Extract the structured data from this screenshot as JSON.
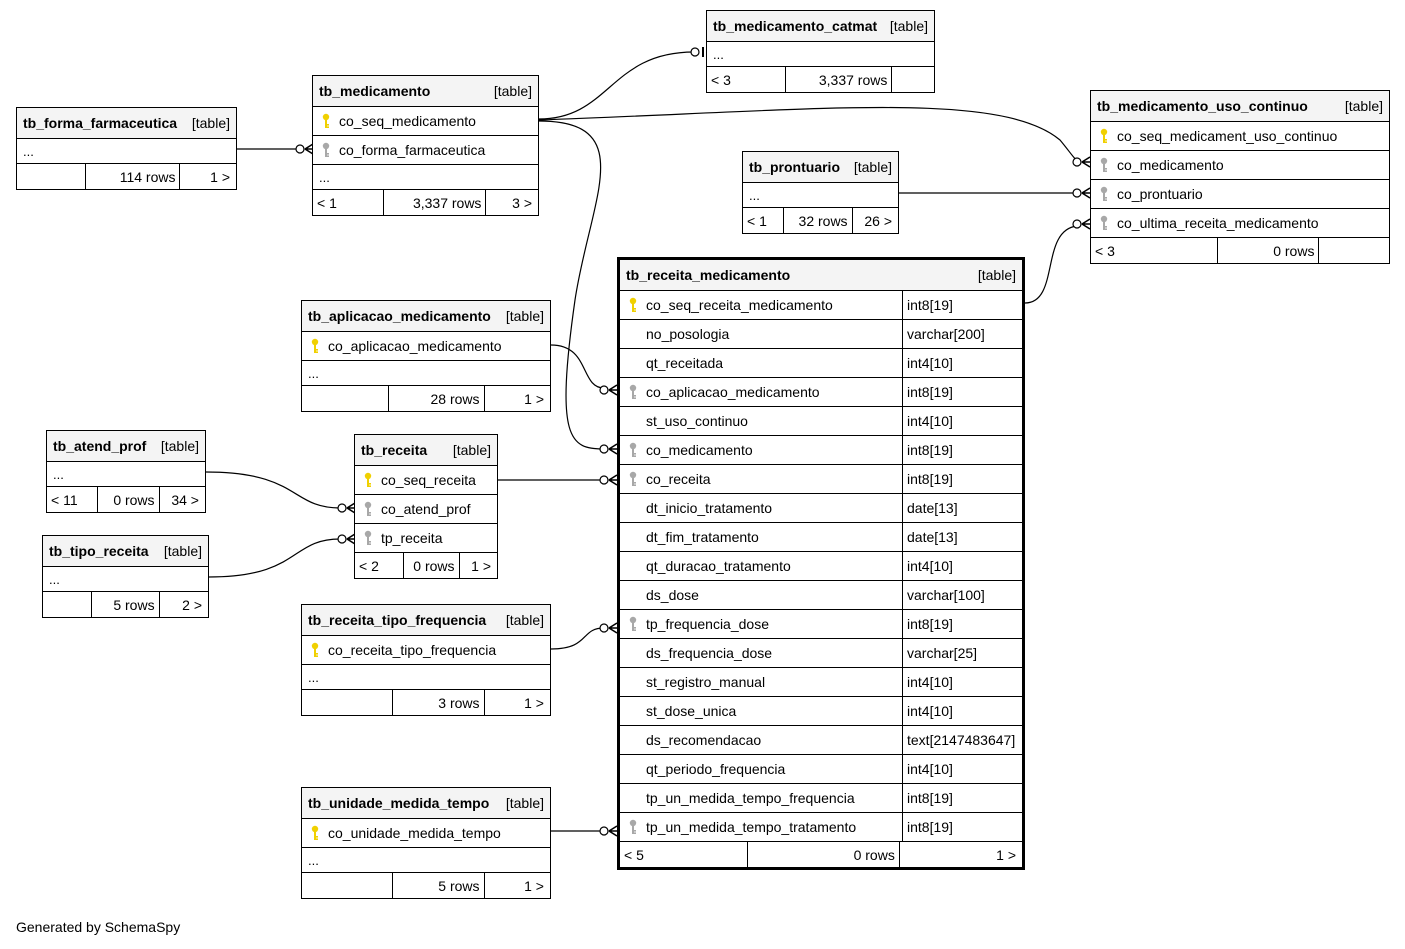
{
  "colors": {
    "primary_key": "#f0d000",
    "foreign_key": "#a8a8a8",
    "header_bg": "#f4f4f4",
    "line": "#000000"
  },
  "type_label": "[table]",
  "tables": {
    "tb_medicamento_catmat": {
      "name": "tb_medicamento_catmat",
      "columns": [],
      "footer": [
        "< 3",
        "3,337 rows",
        ""
      ]
    },
    "tb_medicamento": {
      "name": "tb_medicamento",
      "columns": [
        {
          "name": "co_seq_medicamento",
          "key": "pk"
        },
        {
          "name": "co_forma_farmaceutica",
          "key": "fk"
        }
      ],
      "footer": [
        "< 1",
        "3,337 rows",
        "3 >"
      ]
    },
    "tb_forma_farmaceutica": {
      "name": "tb_forma_farmaceutica",
      "columns": [],
      "footer": [
        "",
        "114 rows",
        "1 >"
      ]
    },
    "tb_medicamento_uso_continuo": {
      "name": "tb_medicamento_uso_continuo",
      "columns": [
        {
          "name": "co_seq_medicament_uso_continuo",
          "key": "pk"
        },
        {
          "name": "co_medicamento",
          "key": "fk"
        },
        {
          "name": "co_prontuario",
          "key": "fk"
        },
        {
          "name": "co_ultima_receita_medicamento",
          "key": "fk"
        }
      ],
      "footer": [
        "< 3",
        "0 rows",
        ""
      ]
    },
    "tb_prontuario": {
      "name": "tb_prontuario",
      "columns": [],
      "footer": [
        "< 1",
        "32 rows",
        "26 >"
      ]
    },
    "tb_receita_medicamento": {
      "name": "tb_receita_medicamento",
      "columns": [
        {
          "name": "co_seq_receita_medicamento",
          "type": "int8[19]",
          "key": "pk"
        },
        {
          "name": "no_posologia",
          "type": "varchar[200]",
          "key": ""
        },
        {
          "name": "qt_receitada",
          "type": "int4[10]",
          "key": ""
        },
        {
          "name": "co_aplicacao_medicamento",
          "type": "int8[19]",
          "key": "fk"
        },
        {
          "name": "st_uso_continuo",
          "type": "int4[10]",
          "key": ""
        },
        {
          "name": "co_medicamento",
          "type": "int8[19]",
          "key": "fk"
        },
        {
          "name": "co_receita",
          "type": "int8[19]",
          "key": "fk"
        },
        {
          "name": "dt_inicio_tratamento",
          "type": "date[13]",
          "key": ""
        },
        {
          "name": "dt_fim_tratamento",
          "type": "date[13]",
          "key": ""
        },
        {
          "name": "qt_duracao_tratamento",
          "type": "int4[10]",
          "key": ""
        },
        {
          "name": "ds_dose",
          "type": "varchar[100]",
          "key": ""
        },
        {
          "name": "tp_frequencia_dose",
          "type": "int8[19]",
          "key": "fk"
        },
        {
          "name": "ds_frequencia_dose",
          "type": "varchar[25]",
          "key": ""
        },
        {
          "name": "st_registro_manual",
          "type": "int4[10]",
          "key": ""
        },
        {
          "name": "st_dose_unica",
          "type": "int4[10]",
          "key": ""
        },
        {
          "name": "ds_recomendacao",
          "type": "text[2147483647]",
          "key": ""
        },
        {
          "name": "qt_periodo_frequencia",
          "type": "int4[10]",
          "key": ""
        },
        {
          "name": "tp_un_medida_tempo_frequencia",
          "type": "int8[19]",
          "key": ""
        },
        {
          "name": "tp_un_medida_tempo_tratamento",
          "type": "int8[19]",
          "key": "fk"
        }
      ],
      "footer": [
        "< 5",
        "0 rows",
        "1 >"
      ]
    },
    "tb_aplicacao_medicamento": {
      "name": "tb_aplicacao_medicamento",
      "columns": [
        {
          "name": "co_aplicacao_medicamento",
          "key": "pk"
        }
      ],
      "footer": [
        "",
        "28 rows",
        "1 >"
      ]
    },
    "tb_atend_prof": {
      "name": "tb_atend_prof",
      "columns": [],
      "footer": [
        "< 11",
        "0 rows",
        "34 >"
      ]
    },
    "tb_receita": {
      "name": "tb_receita",
      "columns": [
        {
          "name": "co_seq_receita",
          "key": "pk"
        },
        {
          "name": "co_atend_prof",
          "key": "fk"
        },
        {
          "name": "tp_receita",
          "key": "fk"
        }
      ],
      "footer": [
        "< 2",
        "0 rows",
        "1 >"
      ]
    },
    "tb_tipo_receita": {
      "name": "tb_tipo_receita",
      "columns": [],
      "footer": [
        "",
        "5 rows",
        "2 >"
      ]
    },
    "tb_receita_tipo_frequencia": {
      "name": "tb_receita_tipo_frequencia",
      "columns": [
        {
          "name": "co_receita_tipo_frequencia",
          "key": "pk"
        }
      ],
      "footer": [
        "",
        "3 rows",
        "1 >"
      ]
    },
    "tb_unidade_medida_tempo": {
      "name": "tb_unidade_medida_tempo",
      "columns": [
        {
          "name": "co_unidade_medida_tempo",
          "key": "pk"
        }
      ],
      "footer": [
        "",
        "5 rows",
        "1 >"
      ]
    }
  },
  "generator": "Generated by SchemaSpy"
}
